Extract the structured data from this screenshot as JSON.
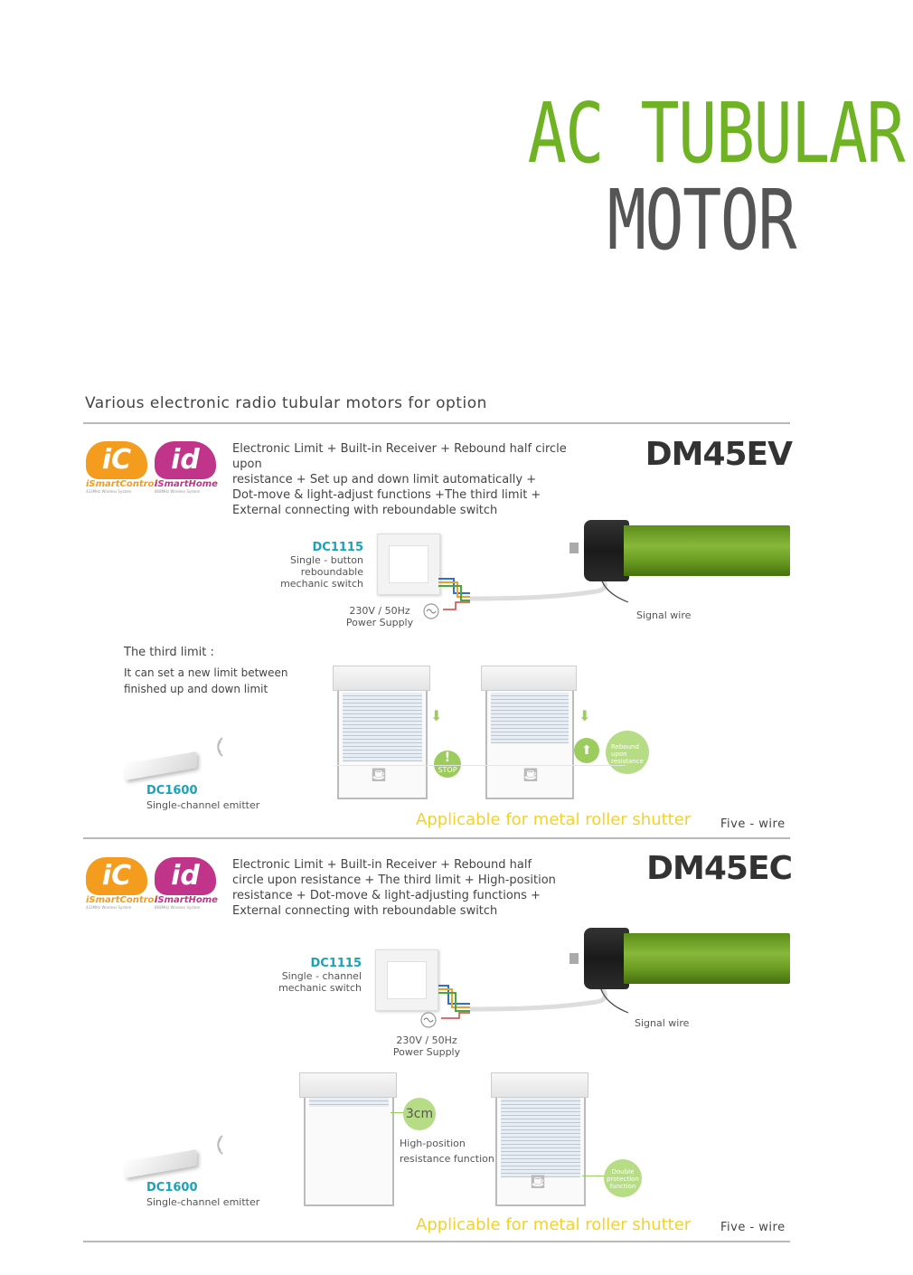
{
  "title": {
    "line1": "AC TUBULAR",
    "line2": "MOTOR"
  },
  "subheading": "Various electronic radio tubular motors for option",
  "logos": [
    {
      "letters": "iC",
      "name": "iSmartControl",
      "tagline": "433MHz Wireless System",
      "color": "#f39c1d"
    },
    {
      "letters": "id",
      "name": "iSmartHome",
      "tagline": "868MHz Wireless System",
      "color": "#c0358a"
    }
  ],
  "sections": [
    {
      "model": "DM45EV",
      "features": [
        "Electronic Limit + Built-in Receiver + Rebound half circle upon",
        "resistance + Set up and down limit automatically +",
        "Dot-move & light-adjust functions +The third limit +",
        "External connecting with reboundable switch"
      ],
      "switch": {
        "name": "DC1115",
        "desc": [
          "Single - button",
          "reboundable",
          "mechanic switch"
        ]
      },
      "power": [
        "230V / 50Hz",
        "Power Supply"
      ],
      "signal_wire": "Signal wire",
      "third_limit": {
        "title": "The third limit :",
        "desc": [
          "It can set a new limit between",
          "finished up and down limit"
        ]
      },
      "stop_label": "STOP",
      "rebound_label": [
        "Rebound",
        "upon",
        "resistance"
      ],
      "emitter": {
        "name": "DC1600",
        "desc": "Single-channel emitter"
      },
      "applicable": "Applicable for metal roller shutter",
      "wire": "Five - wire"
    },
    {
      "model": "DM45EC",
      "features": [
        "Electronic Limit + Built-in Receiver + Rebound half",
        "circle upon resistance  + The third limit  + High-position",
        "resistance + Dot-move & light-adjusting functions +",
        "External connecting with reboundable switch"
      ],
      "switch": {
        "name": "DC1115",
        "desc": [
          "Single - channel",
          "mechanic switch"
        ]
      },
      "power": [
        "230V / 50Hz",
        "Power Supply"
      ],
      "signal_wire": "Signal wire",
      "high_position": {
        "badge": "3cm",
        "desc": [
          "High-position",
          "resistance function"
        ]
      },
      "double_label": [
        "Double",
        "protection",
        "function"
      ],
      "emitter": {
        "name": "DC1600",
        "desc": "Single-channel emitter"
      },
      "applicable": "Applicable for metal roller shutter",
      "wire": "Five - wire"
    }
  ]
}
